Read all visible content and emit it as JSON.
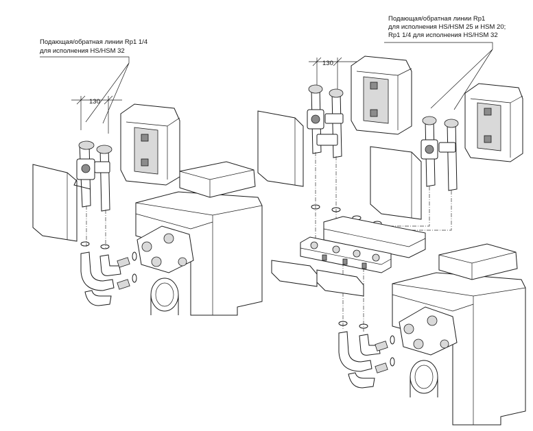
{
  "callouts": {
    "left": {
      "line1": "Подающая/обратная линии Rp1 1/4",
      "line2": "для исполнения HS/HSM 32"
    },
    "right": {
      "line1": "Подающая/обратная линии Rp1",
      "line2": "для исполнения HS/HSM 25 и HSM 20;",
      "line3": "Rp1 1/4 для исполнения HS/HSM 32"
    }
  },
  "dimensions": {
    "left_spacing": "130",
    "right_spacing": "130"
  }
}
